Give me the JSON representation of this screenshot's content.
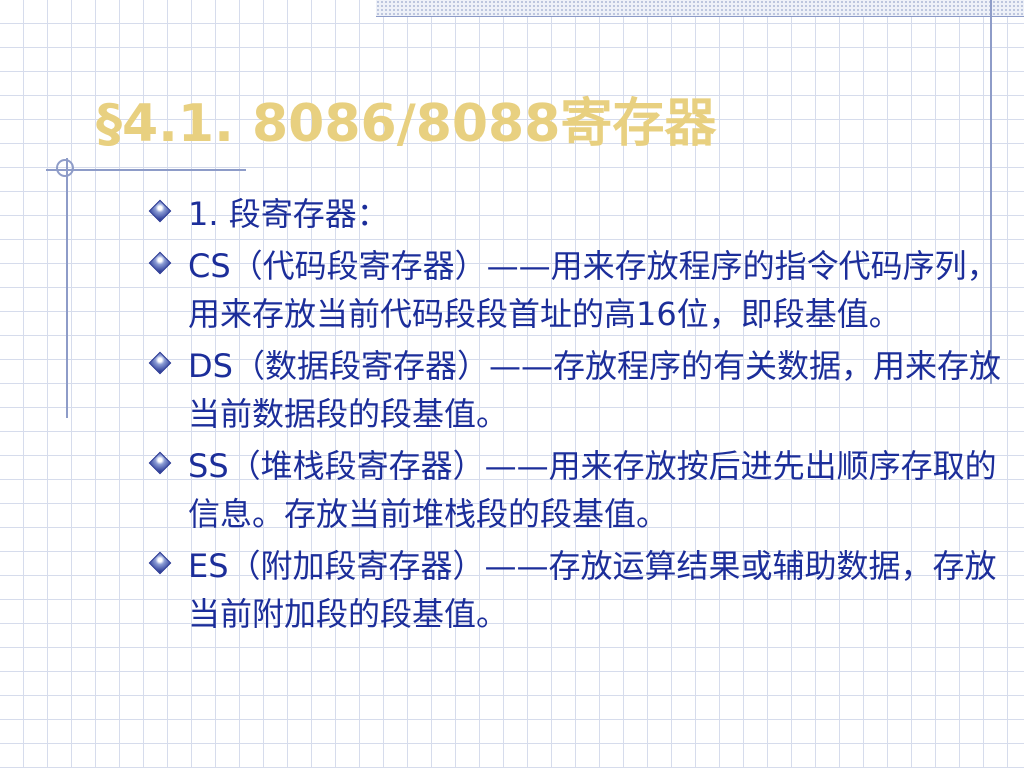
{
  "slide": {
    "title": "§4.1.  8086/8088寄存器",
    "bullets": [
      {
        "text": "1. 段寄存器："
      },
      {
        "text": "CS（代码段寄存器）——用来存放程序的指令代码序列，用来存放当前代码段段首址的高16位，即段基值。"
      },
      {
        "text": "DS（数据段寄存器）——存放程序的有关数据，用来存放当前数据段的段基值。"
      },
      {
        "text": "SS（堆栈段寄存器）——用来存放按后进先出顺序存取的信息。存放当前堆栈段的段基值。"
      },
      {
        "text": "ES（附加段寄存器）——存放运算结果或辅助数据，存放当前附加段的段基值。"
      }
    ],
    "bullet_icon": "diamond-bullet-icon",
    "colors": {
      "title": "#e8d080",
      "text": "#1c2e9a",
      "grid": "#d6dcec",
      "rules": "#8e9cc8"
    }
  }
}
